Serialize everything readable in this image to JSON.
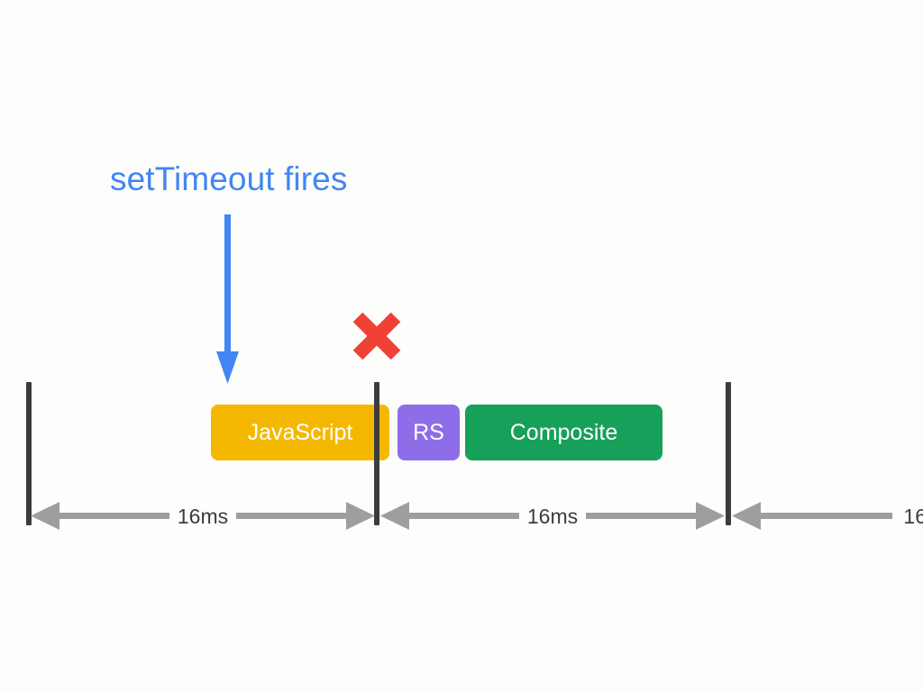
{
  "diagram": {
    "title_annotation": "setTimeout fires",
    "background_color": "#fdfdfb",
    "annotation_color": "#4285f4",
    "tick_color": "#3c3c3c",
    "arrow_color": "#9e9e9e",
    "x_marker_color": "#ef4136",
    "x_marker_name": "missed-frame-x",
    "blocks": [
      {
        "label": "JavaScript",
        "color": "#f5b800",
        "name": "javascript-block"
      },
      {
        "label": "RS",
        "color": "#8e6ee8",
        "name": "recalc-style-block"
      },
      {
        "label": "Composite",
        "color": "#17a05a",
        "name": "composite-block"
      }
    ],
    "frame_intervals": [
      {
        "label": "16ms"
      },
      {
        "label": "16ms"
      },
      {
        "label": "16"
      }
    ],
    "ticks": [
      {
        "name": "frame-tick-0"
      },
      {
        "name": "frame-tick-1"
      },
      {
        "name": "frame-tick-2"
      }
    ]
  }
}
